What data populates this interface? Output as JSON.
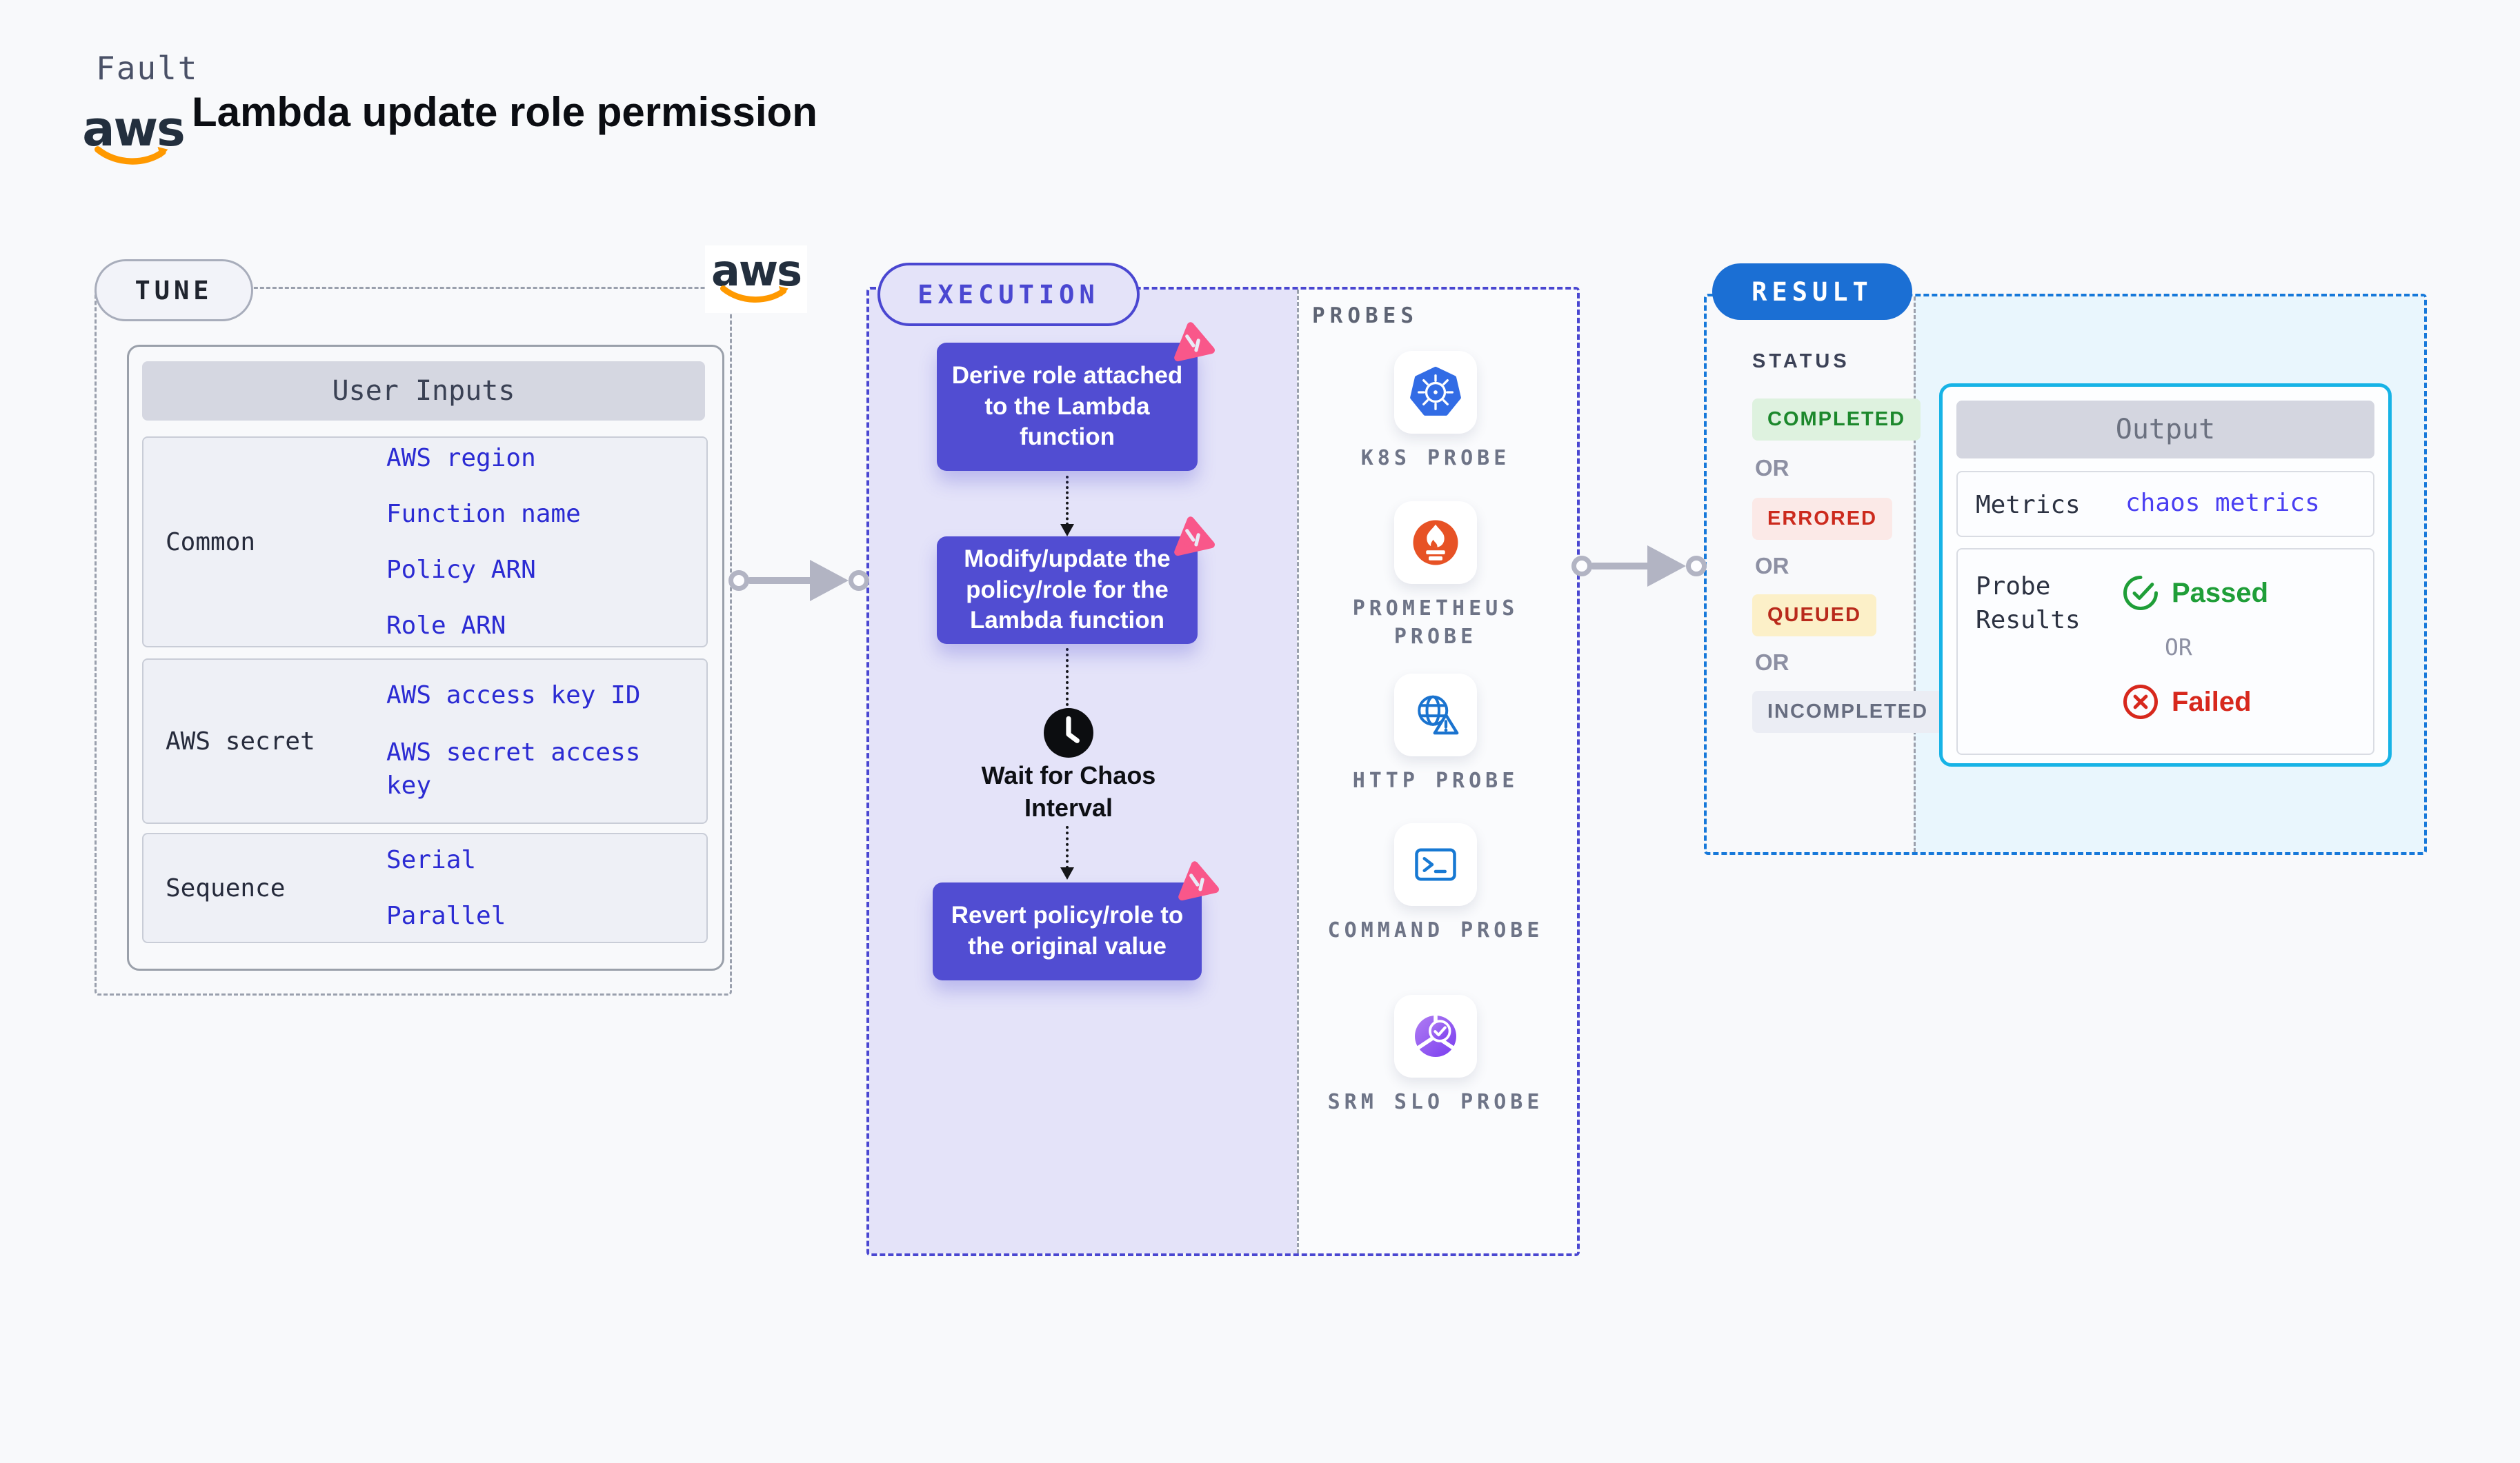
{
  "header": {
    "kicker": "Fault",
    "title": "Lambda update role permission",
    "aws_logo_text": "aws"
  },
  "tune": {
    "badge": "TUNE",
    "aws_logo_text": "aws",
    "table": {
      "title": "User Inputs",
      "rows": [
        {
          "label": "Common",
          "values": [
            "AWS region",
            "Function name",
            "Policy ARN",
            "Role ARN"
          ]
        },
        {
          "label": "AWS secret",
          "values": [
            "AWS access key ID",
            "AWS secret access key"
          ]
        },
        {
          "label": "Sequence",
          "values": [
            "Serial",
            "Parallel"
          ]
        }
      ]
    }
  },
  "execution": {
    "badge": "EXECUTION",
    "steps": [
      {
        "label": "Derive role attached to the Lambda function"
      },
      {
        "label": "Modify/update the policy/role for the Lambda function"
      },
      {
        "label": "Revert policy/role to the original value"
      }
    ],
    "wait_label": "Wait for Chaos Interval"
  },
  "probes": {
    "heading": "PROBES",
    "items": [
      {
        "label": "K8S PROBE",
        "icon": "kubernetes-icon"
      },
      {
        "label": "PROMETHEUS PROBE",
        "icon": "prometheus-icon"
      },
      {
        "label": "HTTP PROBE",
        "icon": "globe-warning-icon"
      },
      {
        "label": "COMMAND PROBE",
        "icon": "terminal-icon"
      },
      {
        "label": "SRM SLO PROBE",
        "icon": "slo-donut-check-icon"
      }
    ]
  },
  "result": {
    "badge": "RESULT",
    "status_heading": "STATUS",
    "or_label": "OR",
    "statuses": [
      {
        "label": "COMPLETED",
        "fg": "#1c882c",
        "bg": "#def2df"
      },
      {
        "label": "ERRORED",
        "fg": "#cc2a1d",
        "bg": "#fbe9e7"
      },
      {
        "label": "QUEUED",
        "fg": "#b92a1b",
        "bg": "#fcf0c8"
      },
      {
        "label": "INCOMPLETED",
        "fg": "#676d80",
        "bg": "#ebedf4"
      }
    ],
    "output": {
      "title": "Output",
      "metrics_label": "Metrics",
      "metrics_value": "chaos metrics",
      "probe_results_label": "Probe Results",
      "passed_label": "Passed",
      "or_label": "OR",
      "failed_label": "Failed"
    }
  },
  "colors": {
    "page_background": "#f8f9fb",
    "accent_purple": "#514dd2",
    "lavender_bg": "#e4e3f9",
    "execution_border": "#4a47d1",
    "result_border": "#1779da",
    "result_bg": "#e9f6fd",
    "result_pill_blue": "#1b6fd4",
    "output_border": "#17b3e6",
    "link_blue": "#2b2bd3",
    "metrics_value_blue": "#4a3ff2",
    "aws_orange": "#ff9900",
    "arrow_gray": "#b2b4c3",
    "passed_green": "#1f9e38",
    "failed_red": "#d7281d",
    "chaos_pink": "#f9578a"
  }
}
